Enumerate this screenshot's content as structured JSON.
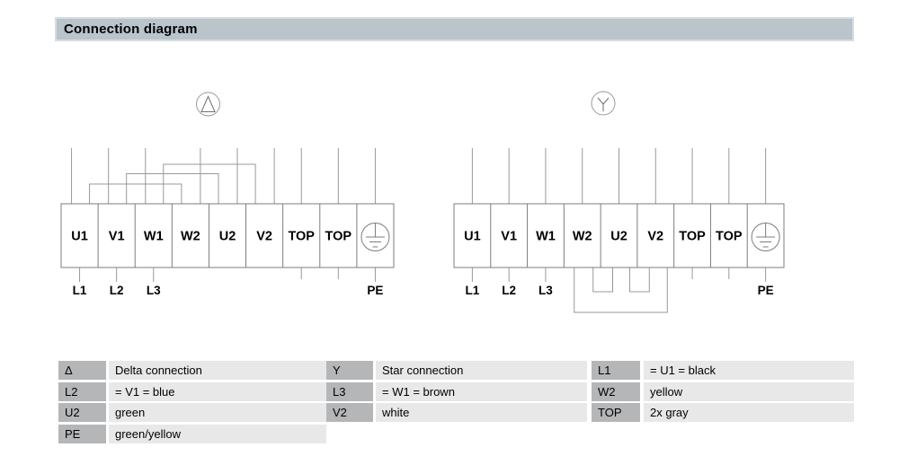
{
  "title": "Connection diagram",
  "colors": {
    "header_bg": "#b9c4cb",
    "header_border": "#d6dde1",
    "legend_key_bg": "#b4b6b7",
    "legend_value_bg": "#e8e8e8",
    "wire": "#999999",
    "box_stroke": "#7d7d7d",
    "text": "#000000"
  },
  "diagrams": [
    {
      "id": "delta-connection",
      "symbol": "delta",
      "symbol_icon": "delta-in-circle-icon",
      "terminals": [
        "U1",
        "V1",
        "W1",
        "W2",
        "U2",
        "V2",
        "TOP",
        "TOP",
        ""
      ],
      "pe_icon_index": 8,
      "top_bridges": [
        {
          "from": 0,
          "to": 3
        },
        {
          "from": 1,
          "to": 4
        },
        {
          "from": 2,
          "to": 5
        }
      ],
      "bottom_bridges": [],
      "bottom_labels": [
        {
          "index": 0,
          "text": "L1"
        },
        {
          "index": 1,
          "text": "L2"
        },
        {
          "index": 2,
          "text": "L3"
        },
        {
          "index": 8,
          "text": "PE"
        }
      ],
      "plain_stubs": [
        6,
        7
      ]
    },
    {
      "id": "star-connection",
      "symbol": "star",
      "symbol_icon": "star-in-circle-icon",
      "terminals": [
        "U1",
        "V1",
        "W1",
        "W2",
        "U2",
        "V2",
        "TOP",
        "TOP",
        ""
      ],
      "pe_icon_index": 8,
      "top_bridges": [],
      "bottom_bridges": [
        {
          "from": 3,
          "to": 4,
          "level": "inner"
        },
        {
          "from": 4,
          "to": 5,
          "level": "inner"
        },
        {
          "from": 3,
          "to": 5,
          "level": "outer"
        }
      ],
      "bottom_labels": [
        {
          "index": 0,
          "text": "L1"
        },
        {
          "index": 1,
          "text": "L2"
        },
        {
          "index": 2,
          "text": "L3"
        },
        {
          "index": 8,
          "text": "PE"
        }
      ],
      "plain_stubs": [
        6,
        7
      ]
    }
  ],
  "legend": {
    "rows": [
      [
        {
          "key": "Δ",
          "value": "Delta connection"
        },
        {
          "key": "Y",
          "value": "Star connection"
        },
        {
          "key": "L1",
          "value": "= U1 = black"
        }
      ],
      [
        {
          "key": "L2",
          "value": "= V1 = blue"
        },
        {
          "key": "L3",
          "value": "= W1 = brown"
        },
        {
          "key": "W2",
          "value": "yellow"
        }
      ],
      [
        {
          "key": "U2",
          "value": "green"
        },
        {
          "key": "V2",
          "value": "white"
        },
        {
          "key": "TOP",
          "value": "2x gray"
        }
      ],
      [
        {
          "key": "PE",
          "value": "green/yellow"
        }
      ]
    ]
  }
}
